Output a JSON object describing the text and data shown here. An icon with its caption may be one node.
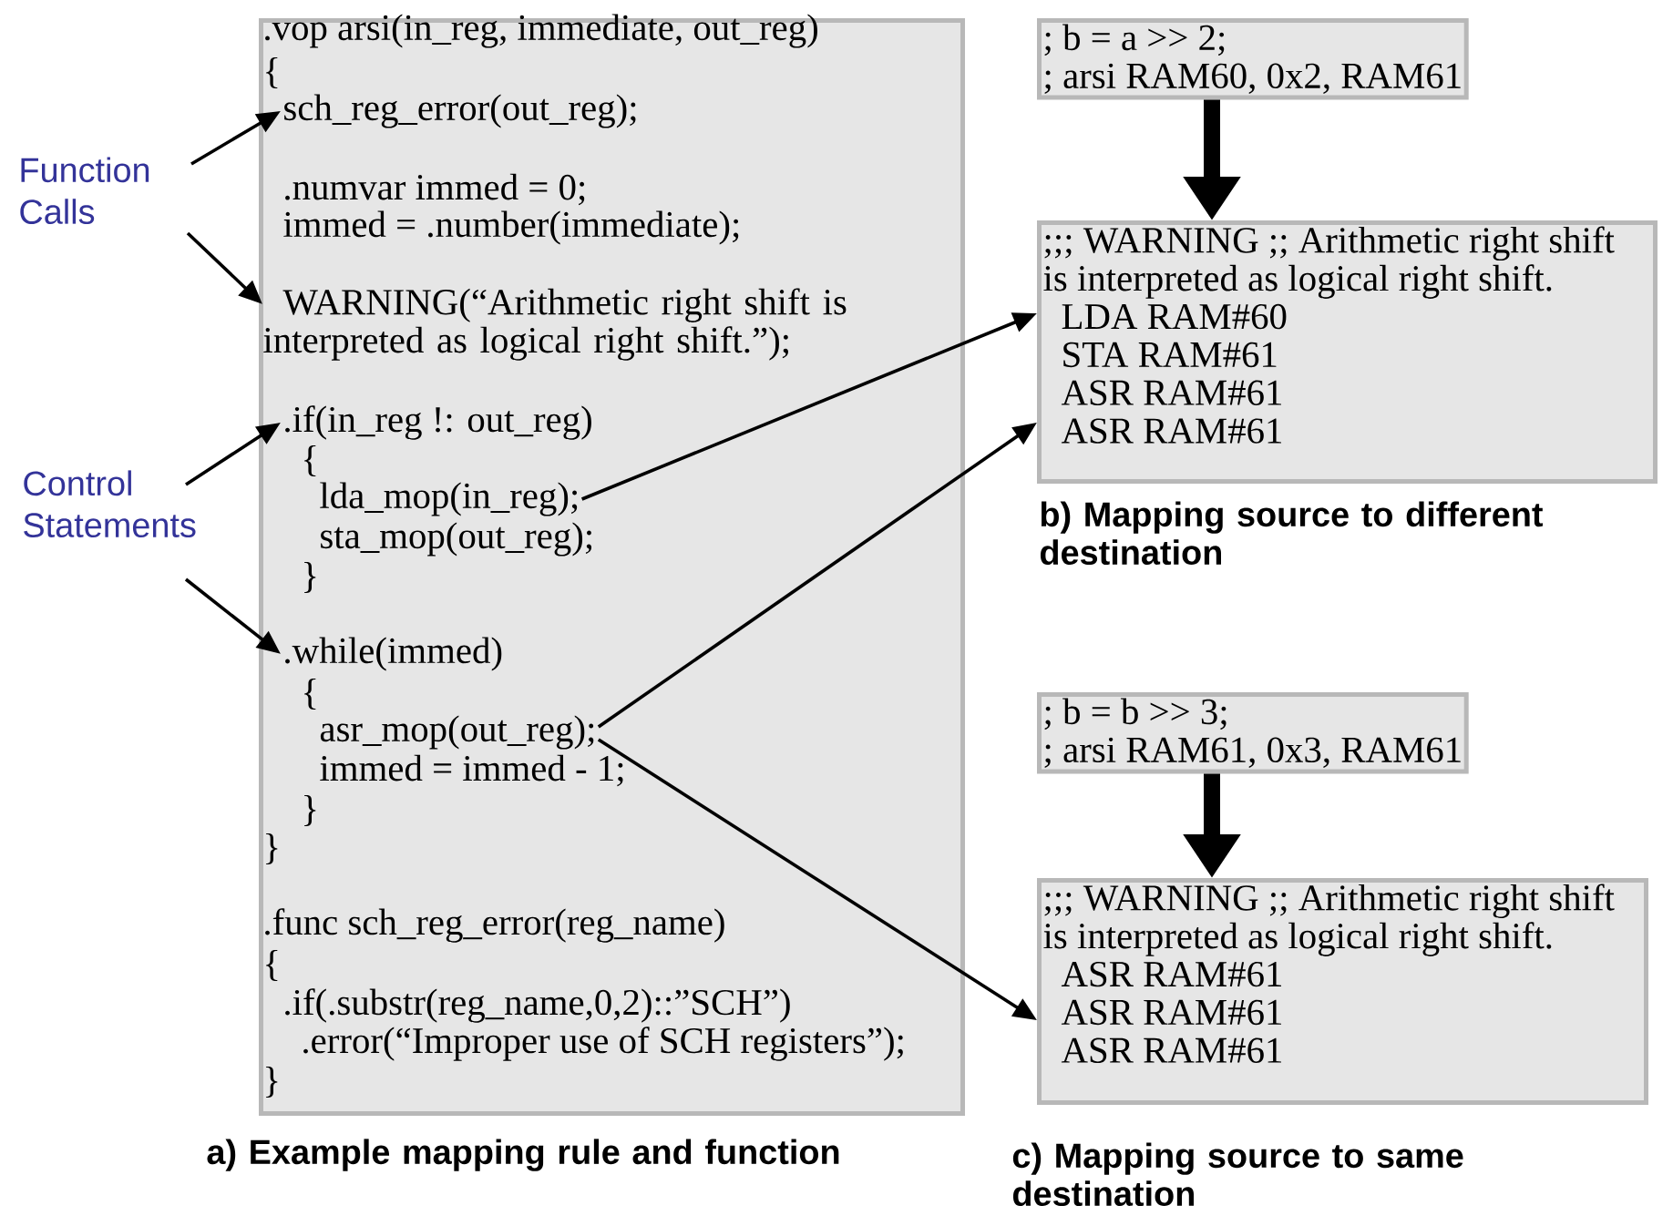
{
  "diagram": {
    "nodes": [
      {
        "text": [
          "Function Calls"
        ]
      },
      {
        "text": [
          "Control Statements"
        ]
      },
      {
        "text": [],
        "shape": "box",
        "beside": [
          "a) Example mapping rule and function"
        ]
      },
      {
        "text": [
          ".vop arsi(in_reg, immediate, out_reg)"
        ],
        "in": 2
      },
      {
        "text": [
          "{"
        ],
        "in": 2
      },
      {
        "text": [
          "sch_reg_error(out_reg);"
        ],
        "in": 2
      },
      {
        "text": [
          ".numvar immed = 0;"
        ],
        "in": 2
      },
      {
        "text": [
          "immed = .number(immediate);"
        ],
        "in": 2
      },
      {
        "text": [
          "WARNING(“Arithmetic right shift is interpreted as logical right shift.”);"
        ],
        "in": 2
      },
      {
        "text": [
          ".if(in_reg !: out_reg)"
        ],
        "in": 2
      },
      {
        "text": [
          "{"
        ],
        "in": 2
      },
      {
        "text": [
          "lda_mop(in_reg);"
        ],
        "in": 2
      },
      {
        "text": [
          "sta_mop(out_reg);"
        ],
        "in": 2
      },
      {
        "text": [
          "}"
        ],
        "in": 2
      },
      {
        "text": [
          ".while(immed)"
        ],
        "in": 2
      },
      {
        "text": [
          "{"
        ],
        "in": 2
      },
      {
        "text": [
          "asr_mop(out_reg);"
        ],
        "in": 2
      },
      {
        "text": [
          "immed = immed - 1;"
        ],
        "in": 2
      },
      {
        "text": [
          "}"
        ],
        "in": 2
      },
      {
        "text": [
          "}"
        ],
        "in": 2
      },
      {
        "text": [
          ".func sch_reg_error(reg_name)"
        ],
        "in": 2
      },
      {
        "text": [
          "{"
        ],
        "in": 2
      },
      {
        "text": [
          ".if(.substr(reg_name,0,2)::”SCH”)"
        ],
        "in": 2
      },
      {
        "text": [
          ".error(“Improper use of SCH registers”);"
        ],
        "in": 2
      },
      {
        "text": [
          "}"
        ],
        "in": 2
      },
      {
        "text": [
          "; b = a >> 2;",
          "; arsi RAM60, 0x2, RAM61"
        ]
      },
      {
        "text": [
          ";;; WARNING ;; Arithmetic right shift is interpreted as logical right shift.",
          "LDA RAM#60",
          "STA RAM#61",
          "ASR RAM#61",
          "ASR RAM#61"
        ],
        "beside": [
          "b) Mapping source to different destination"
        ]
      },
      {
        "text": [
          "; b = b >> 3;",
          "; arsi RAM61, 0x3, RAM61"
        ]
      },
      {
        "text": [
          ";;; WARNING ;; Arithmetic right shift is interpreted as logical right shift.",
          "ASR RAM#61",
          "ASR RAM#61",
          "ASR RAM#61"
        ],
        "beside": [
          "c) Mapping source to same destination"
        ]
      }
    ],
    "edges": [
      {
        "from": 0,
        "to": 5,
        "arrow": "to"
      },
      {
        "from": 0,
        "to": 8,
        "arrow": "to"
      },
      {
        "from": 1,
        "to": 9,
        "arrow": "to"
      },
      {
        "from": 1,
        "to": 14,
        "arrow": "to"
      },
      {
        "from": 11,
        "to": 26,
        "arrow": "to"
      },
      {
        "from": 16,
        "to": 26,
        "arrow": "to"
      },
      {
        "from": 16,
        "to": 28,
        "arrow": "to"
      },
      {
        "from": 25,
        "to": 26,
        "arrow": "to",
        "style": "thick"
      },
      {
        "from": 27,
        "to": 28,
        "arrow": "to",
        "style": "thick"
      }
    ]
  }
}
